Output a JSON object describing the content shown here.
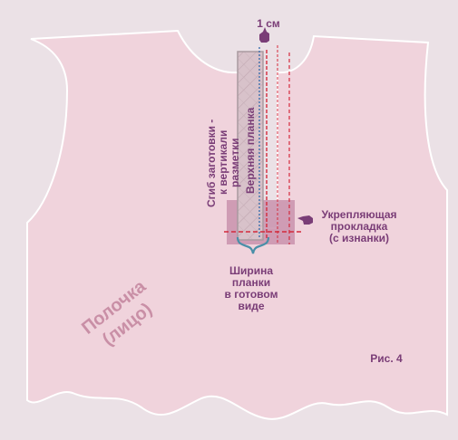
{
  "labels": {
    "seam_allowance": "1 см",
    "fold_line": [
      "Сгиб заготовки -",
      "к вертикали",
      "разметки"
    ],
    "top_placket": "Верхняя планка",
    "interfacing": [
      "Укрепляющая",
      "прокладка",
      "(с изнанки)"
    ],
    "placket_width": [
      "Ширина",
      "планки",
      "в готовом",
      "виде"
    ],
    "piece_name": [
      "Полочка",
      "(лицо)"
    ],
    "figure_number": "Рис. 4"
  },
  "colors": {
    "background": "#ebe1e6",
    "fabric": "#f0d3dc",
    "fabric_edge": "#ffffff",
    "placket": "#d9c4cb",
    "placket_border": "#a99aa0",
    "interfacing": "#c992ad",
    "red_line": "#d42a3c",
    "blue_line": "#3d6fae",
    "text": "#7a3d77",
    "piece_text": "#c98fa6",
    "brace": "#4a8fa8"
  },
  "icons": [
    "pointing-hand-icon",
    "pointing-hand-icon"
  ]
}
